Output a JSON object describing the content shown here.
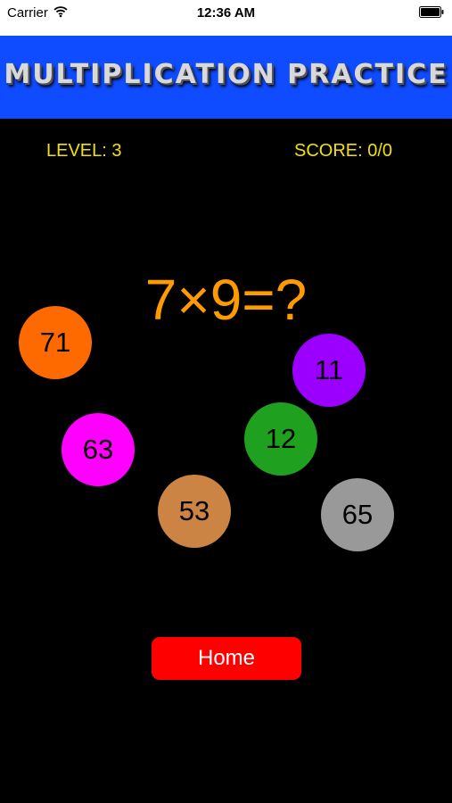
{
  "status_bar": {
    "carrier": "Carrier",
    "time": "12:36 AM",
    "icons": [
      "wifi-icon",
      "battery-icon"
    ]
  },
  "banner": {
    "title": "MULTIPLICATION PRACTICE",
    "color": "#0f4bff"
  },
  "stats": {
    "level": "LEVEL: 3",
    "score": "SCORE: 0/0",
    "color": "#f2e200"
  },
  "question": {
    "text": "7×9=?",
    "color": "#ff9a00"
  },
  "answers": [
    {
      "value": "71",
      "color": "#ff6a00"
    },
    {
      "value": "11",
      "color": "#9b00ff"
    },
    {
      "value": "63",
      "color": "#ff00ff"
    },
    {
      "value": "12",
      "color": "#1fa01f"
    },
    {
      "value": "53",
      "color": "#cc8444"
    },
    {
      "value": "65",
      "color": "#999999"
    }
  ],
  "home_button": {
    "label": "Home",
    "color": "#ff0000"
  }
}
